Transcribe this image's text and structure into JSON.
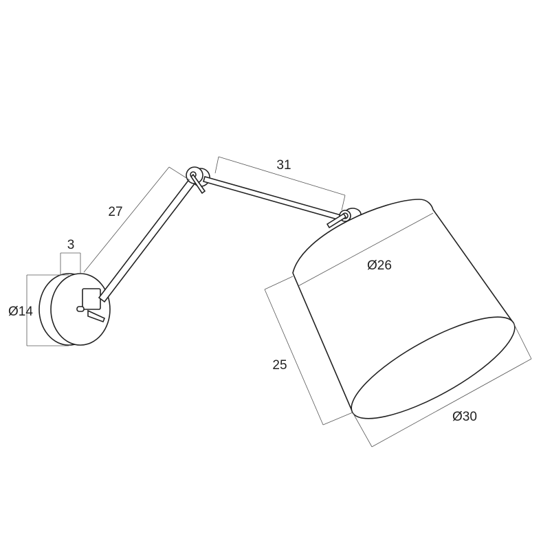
{
  "dimensions": {
    "plate_depth": "3",
    "plate_diameter": "Ø14",
    "arm_lower_length": "27",
    "arm_upper_length": "31",
    "shade_top_diameter": "Ø26",
    "shade_height": "25",
    "shade_bottom_diameter": "Ø30"
  }
}
